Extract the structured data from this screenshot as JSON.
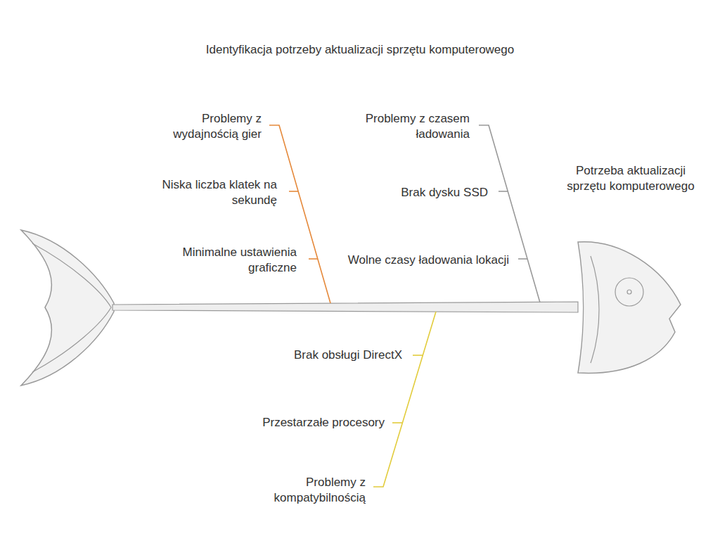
{
  "diagram": {
    "title": "Identyfikacja potrzeby aktualizacji sprzętu komputerowego",
    "nodes": [
      {
        "text": [
          "Potrzeba aktualizacji sprzętu komputerowego"
        ]
      }
    ],
    "labels": [
      "Problemy z wydajnością gier",
      "Niska liczba klatek na sekundę",
      "Minimalne ustawienia graficzne",
      "Problemy z czasem ładowania",
      "Brak dysku SSD",
      "Wolne czasy ładowania lokacji",
      "Brak obsługi DirectX",
      "Przestarzałe procesory",
      "Problemy z kompatybilnością"
    ]
  }
}
